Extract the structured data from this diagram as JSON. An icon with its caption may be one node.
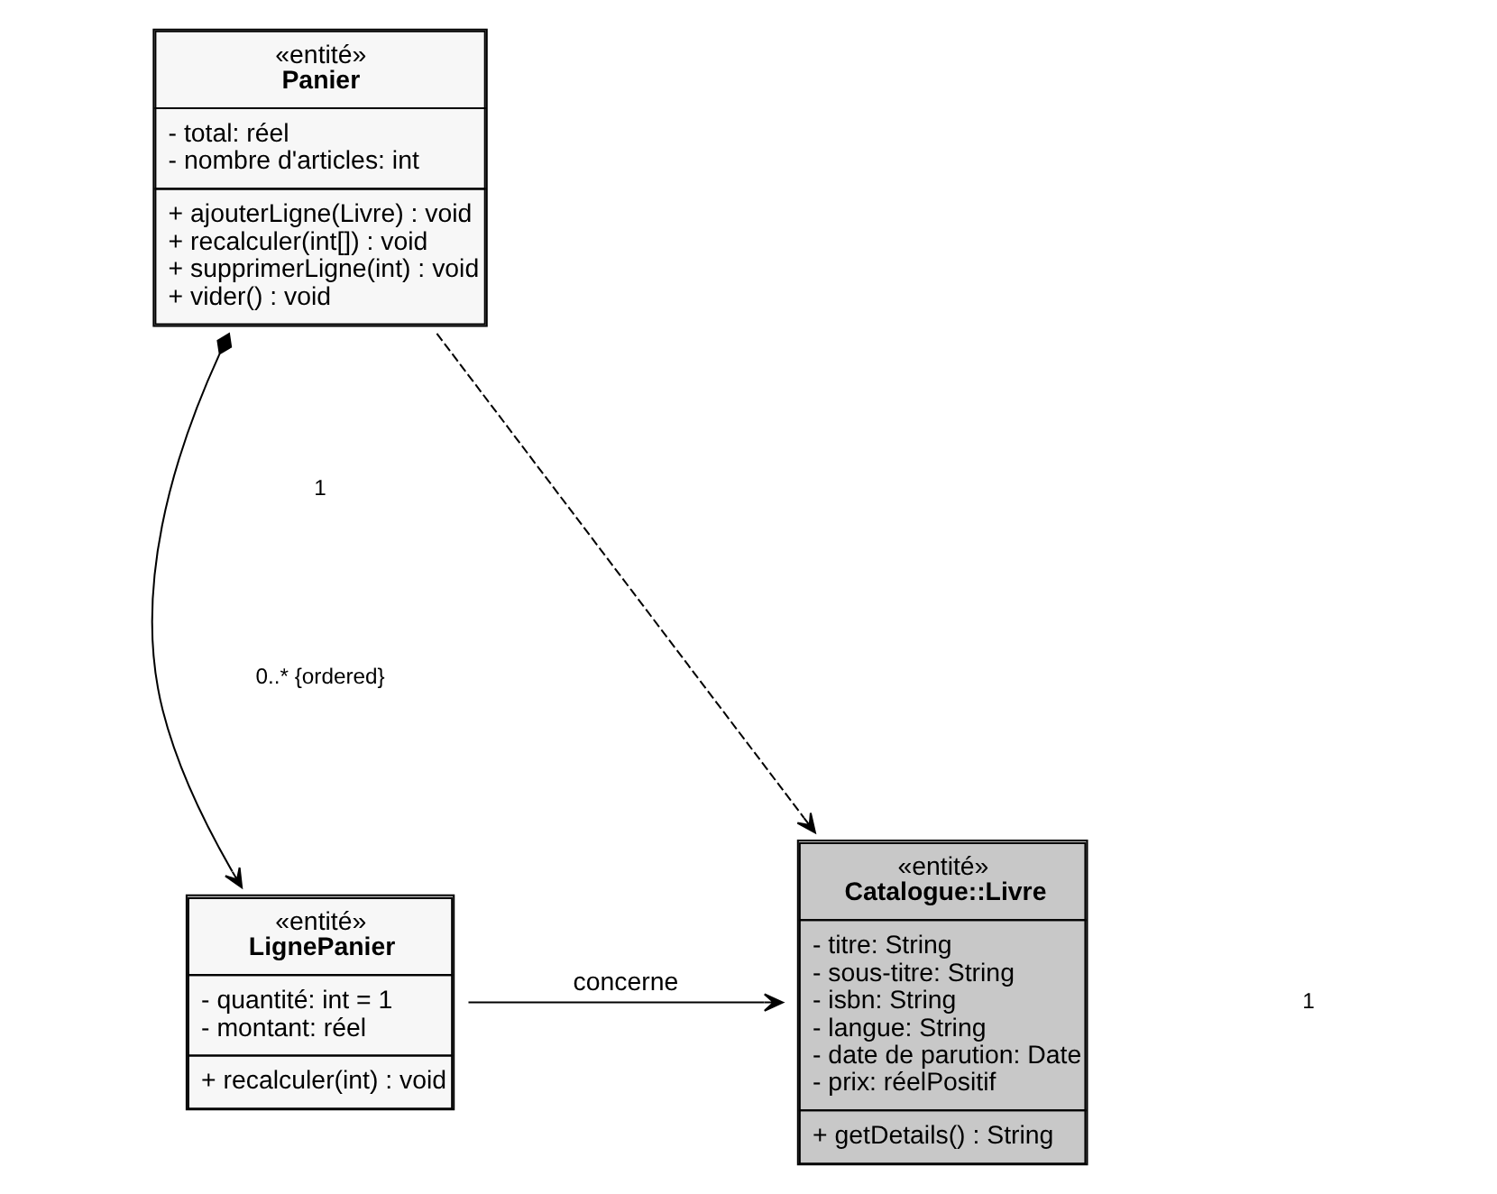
{
  "diagram": {
    "nodes": [
      {
        "text": [
          "«entité»",
          "Panier",
          "- total: réel",
          "- nombre d'articles: int",
          "+ ajouterLigne(Livre) : void",
          "+ recalculer(int[]) : void",
          "+ supprimerLigne(int) : void",
          "+ vider() : void"
        ]
      },
      {
        "text": [
          "«entité»",
          "LignePanier",
          "- quantité: int = 1",
          "- montant: réel",
          "+ recalculer(int) : void"
        ]
      },
      {
        "text": [
          "«entité»",
          "Catalogue::Livre",
          "- titre: String",
          "- sous-titre: String",
          "- isbn: String",
          "- langue: String",
          "- date de parution: Date",
          "- prix: réelPositif",
          "+ getDetails() : String"
        ]
      }
    ],
    "edges": [
      {
        "from": 0,
        "to": 2,
        "arrow": "to",
        "style": "dashed"
      },
      {
        "from": 0,
        "to": 1,
        "arrow": "to"
      },
      {
        "from": 1,
        "to": 2,
        "arrow": "to",
        "label": "concerne"
      }
    ],
    "labels": [
      "1",
      "0..* {ordered}",
      "1"
    ]
  }
}
